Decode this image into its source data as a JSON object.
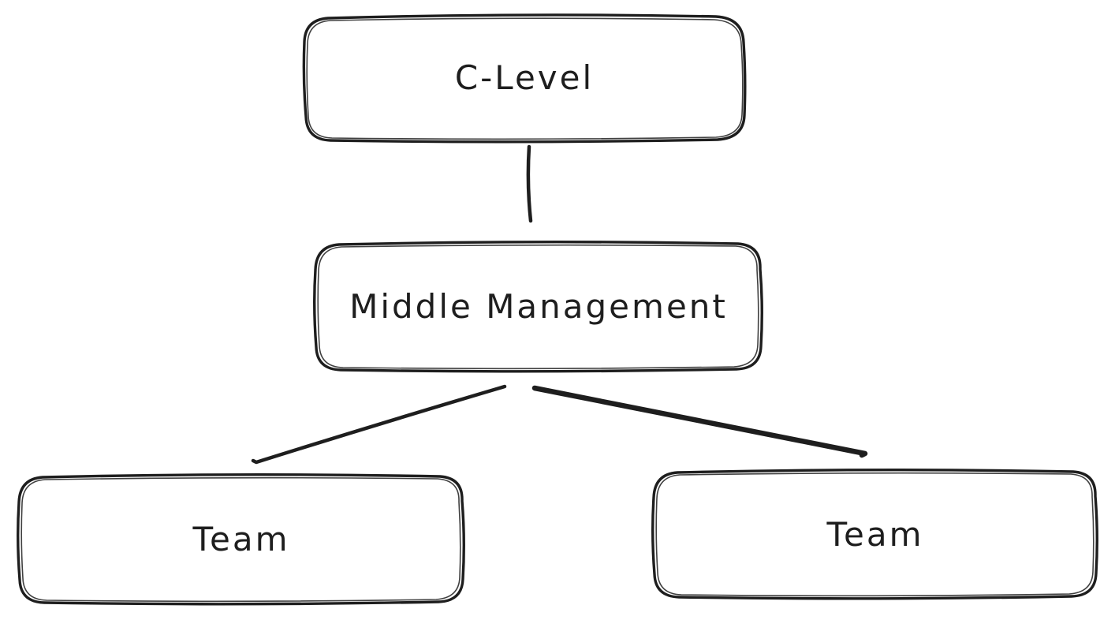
{
  "diagram": {
    "type": "org-chart",
    "background_color": "#ffffff",
    "stroke_color": "#1e1e1e",
    "nodes": [
      {
        "id": "c-level",
        "label": "C-Level",
        "level": 1
      },
      {
        "id": "middle-management",
        "label": "Middle Management",
        "level": 2
      },
      {
        "id": "team-left",
        "label": "Team",
        "level": 3
      },
      {
        "id": "team-right",
        "label": "Team",
        "level": 3
      }
    ],
    "edges": [
      {
        "from": "c-level",
        "to": "middle-management"
      },
      {
        "from": "middle-management",
        "to": "team-left"
      },
      {
        "from": "middle-management",
        "to": "team-right"
      }
    ]
  }
}
